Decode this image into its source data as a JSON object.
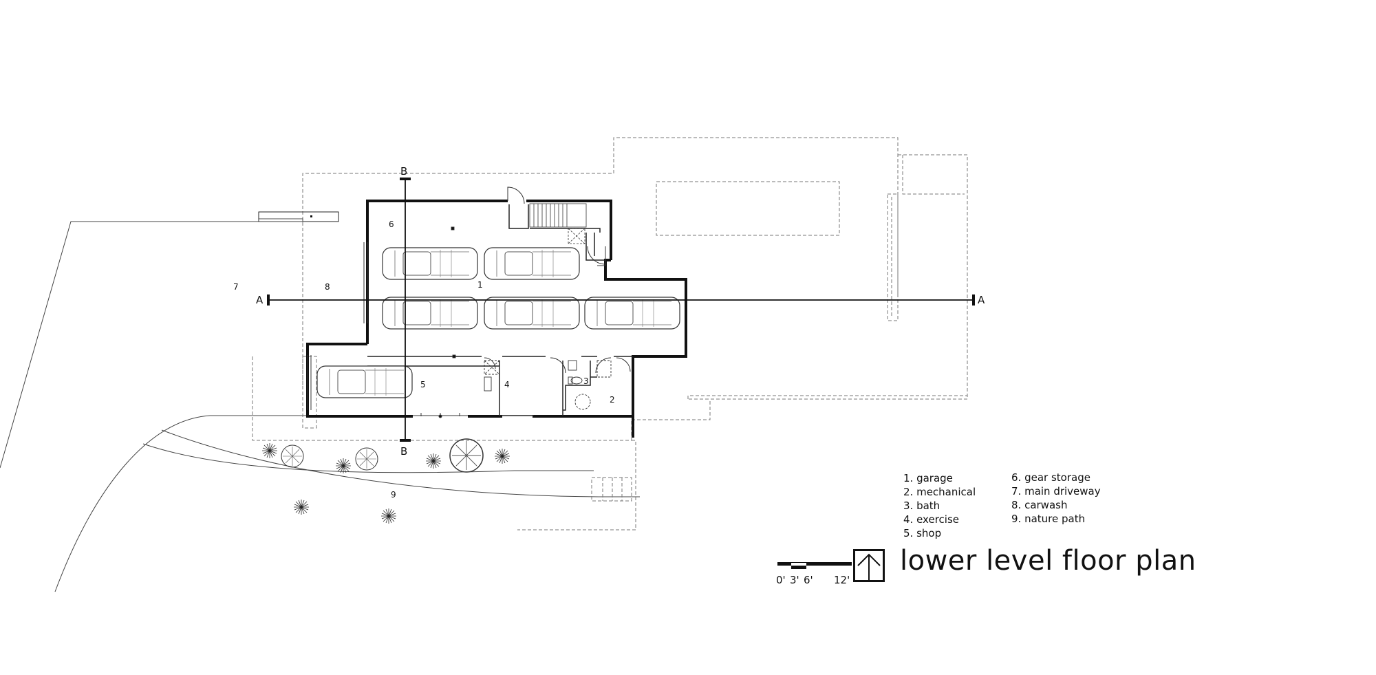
{
  "title": "lower level floor plan",
  "rooms": {
    "r1": "1",
    "r2": "2",
    "r3": "3",
    "r4": "4",
    "r5": "5",
    "r6": "6",
    "r7": "7",
    "r8": "8",
    "r9": "9"
  },
  "sections": {
    "a_left": "A",
    "a_right": "A",
    "b_top": "B",
    "b_bottom": "B"
  },
  "legend": {
    "col1": [
      "1. garage",
      "2. mechanical",
      "3. bath",
      "4. exercise",
      "5. shop"
    ],
    "col2": [
      "6. gear storage",
      "7. main driveway",
      "8. carwash",
      "9. nature path"
    ]
  },
  "scale": {
    "l0": "0'",
    "l3": "3'",
    "l6": "6'",
    "l12": "12'"
  },
  "north_icon": "north-arrow-icon"
}
